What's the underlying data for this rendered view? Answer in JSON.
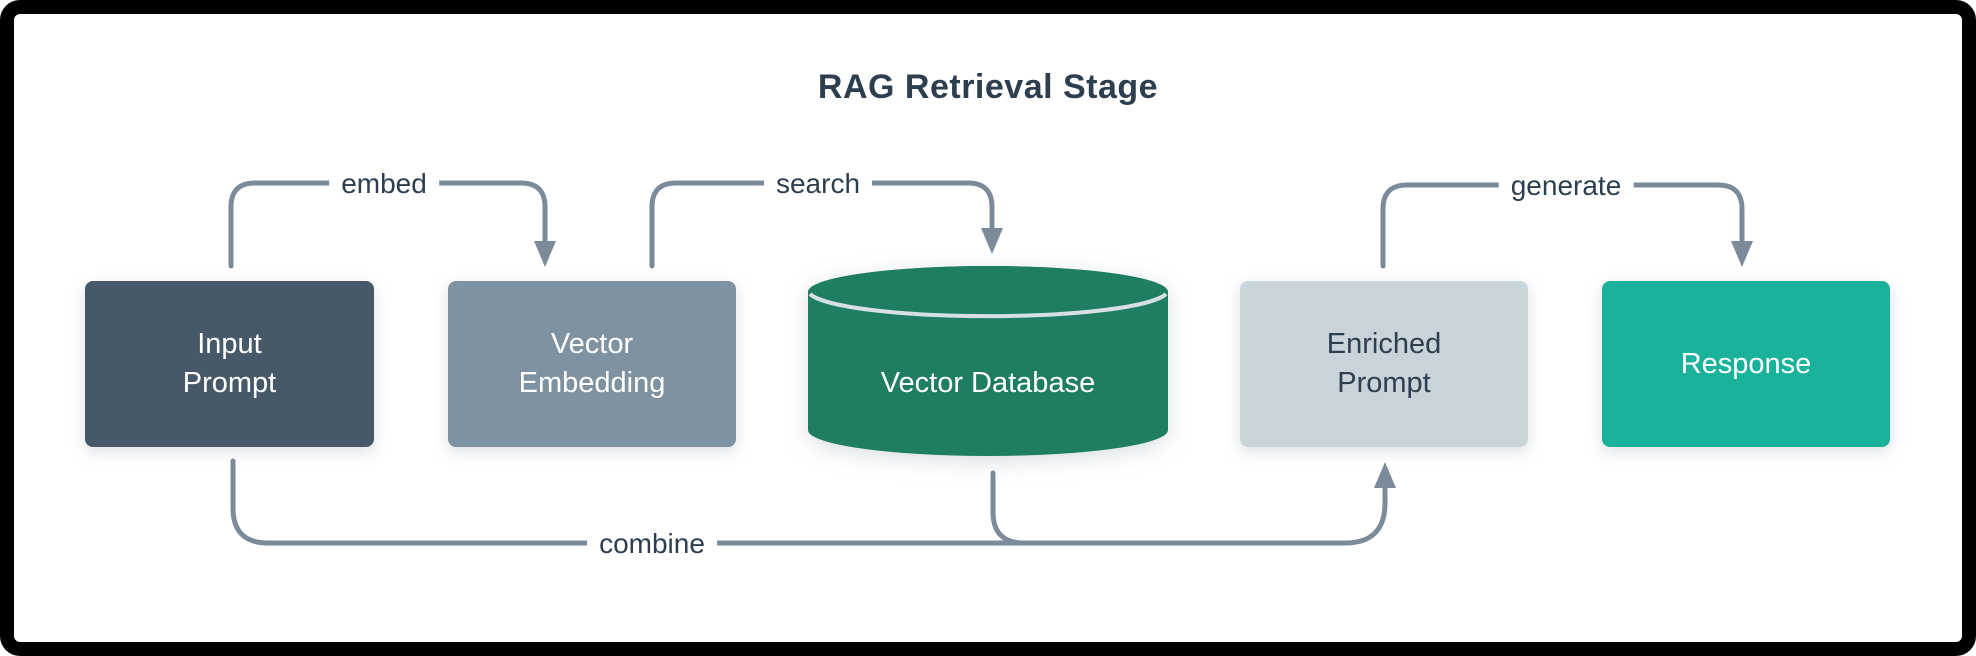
{
  "diagram": {
    "title": "RAG Retrieval Stage",
    "nodes": [
      {
        "id": "input-prompt",
        "label": "Input\nPrompt",
        "shape": "rectangle"
      },
      {
        "id": "vector-embedding",
        "label": "Vector\nEmbedding",
        "shape": "rectangle"
      },
      {
        "id": "vector-database",
        "label": "Vector Database",
        "shape": "cylinder"
      },
      {
        "id": "enriched-prompt",
        "label": "Enriched\nPrompt",
        "shape": "rectangle"
      },
      {
        "id": "response",
        "label": "Response",
        "shape": "rectangle"
      }
    ],
    "edges": [
      {
        "label": "embed",
        "from": [
          "input-prompt"
        ],
        "to": "vector-embedding"
      },
      {
        "label": "search",
        "from": [
          "vector-embedding"
        ],
        "to": "vector-database"
      },
      {
        "label": "generate",
        "from": [
          "enriched-prompt"
        ],
        "to": "response"
      },
      {
        "label": "combine",
        "from": [
          "input-prompt",
          "vector-database"
        ],
        "to": "enriched-prompt"
      }
    ],
    "colors": {
      "frame": "#000000",
      "bg": "#ffffff",
      "ink": "#2d3e4e",
      "arrow": "#7b8b9a",
      "input-fill": "#475968",
      "embedding-fill": "#7f92a1",
      "db-fill": "#1e7d62",
      "db-arc": "#d7dfe4",
      "enriched-fill": "#c8d3da",
      "response-fill": "#1ab29a",
      "node-text-light": "#ffffff"
    }
  }
}
